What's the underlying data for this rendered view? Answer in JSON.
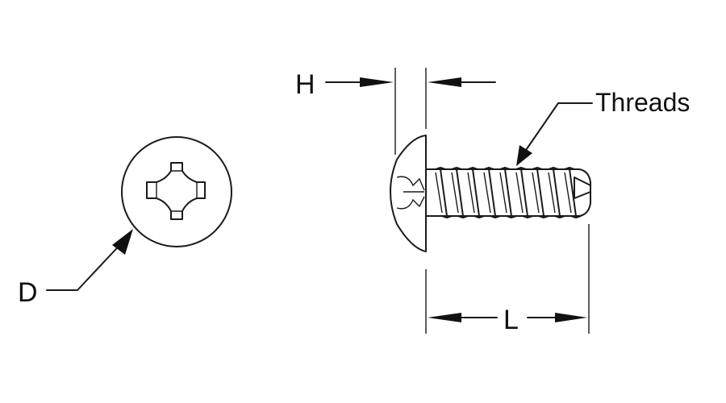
{
  "labels": {
    "diameter": "D",
    "head_height": "H",
    "threads": "Threads",
    "length": "L"
  },
  "colors": {
    "line": "#1a1a1a",
    "background": "#ffffff"
  }
}
